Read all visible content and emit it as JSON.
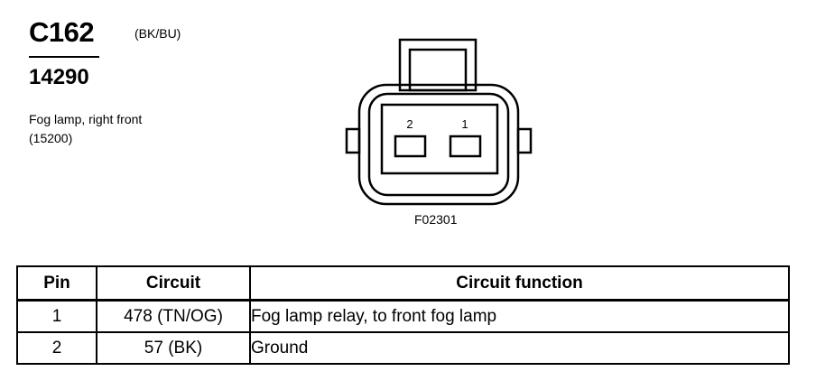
{
  "connector": {
    "id": "C162",
    "wire_color": "(BK/BU)",
    "part_number": "14290",
    "description_line1": "Fog lamp, right front",
    "description_line2": "(15200)"
  },
  "diagram": {
    "pin_labels": [
      "2",
      "1"
    ],
    "figure_code": "F02301"
  },
  "table": {
    "headers": {
      "pin": "Pin",
      "circuit": "Circuit",
      "function": "Circuit function"
    },
    "rows": [
      {
        "pin": "1",
        "circuit": "478 (TN/OG)",
        "function": "Fog lamp relay, to front fog lamp"
      },
      {
        "pin": "2",
        "circuit": "57 (BK)",
        "function": "Ground"
      }
    ]
  }
}
